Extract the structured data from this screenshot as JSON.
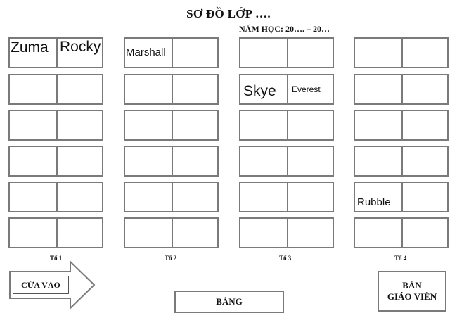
{
  "header": {
    "title": "SƠ ĐỒ LỚP ….",
    "school_year": "NĂM HỌC: 20…. – 20…"
  },
  "groups": [
    "Tổ 1",
    "Tổ 2",
    "Tổ 3",
    "Tổ 4"
  ],
  "names": {
    "zuma": "Zuma",
    "rocky": "Rocky",
    "marshall": "Marshall",
    "skye": "Skye",
    "everest": "Everest",
    "rubble": "Rubble"
  },
  "entrance": "CỬA VÀO",
  "board": "BẢNG",
  "teacher_desk_line1": "BÀN",
  "teacher_desk_line2": "GIÁO VIÊN"
}
